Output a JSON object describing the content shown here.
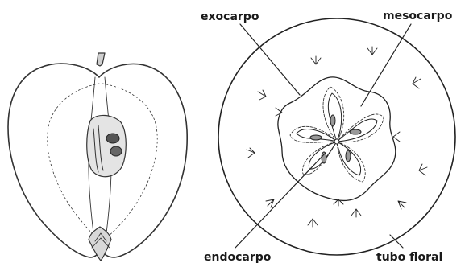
{
  "labels": {
    "exocarpo": "exocarpo",
    "mesocarpo": "mesocarpo",
    "endocarpo": "endocarpo",
    "tubo_floral": "tubo floral"
  }
}
